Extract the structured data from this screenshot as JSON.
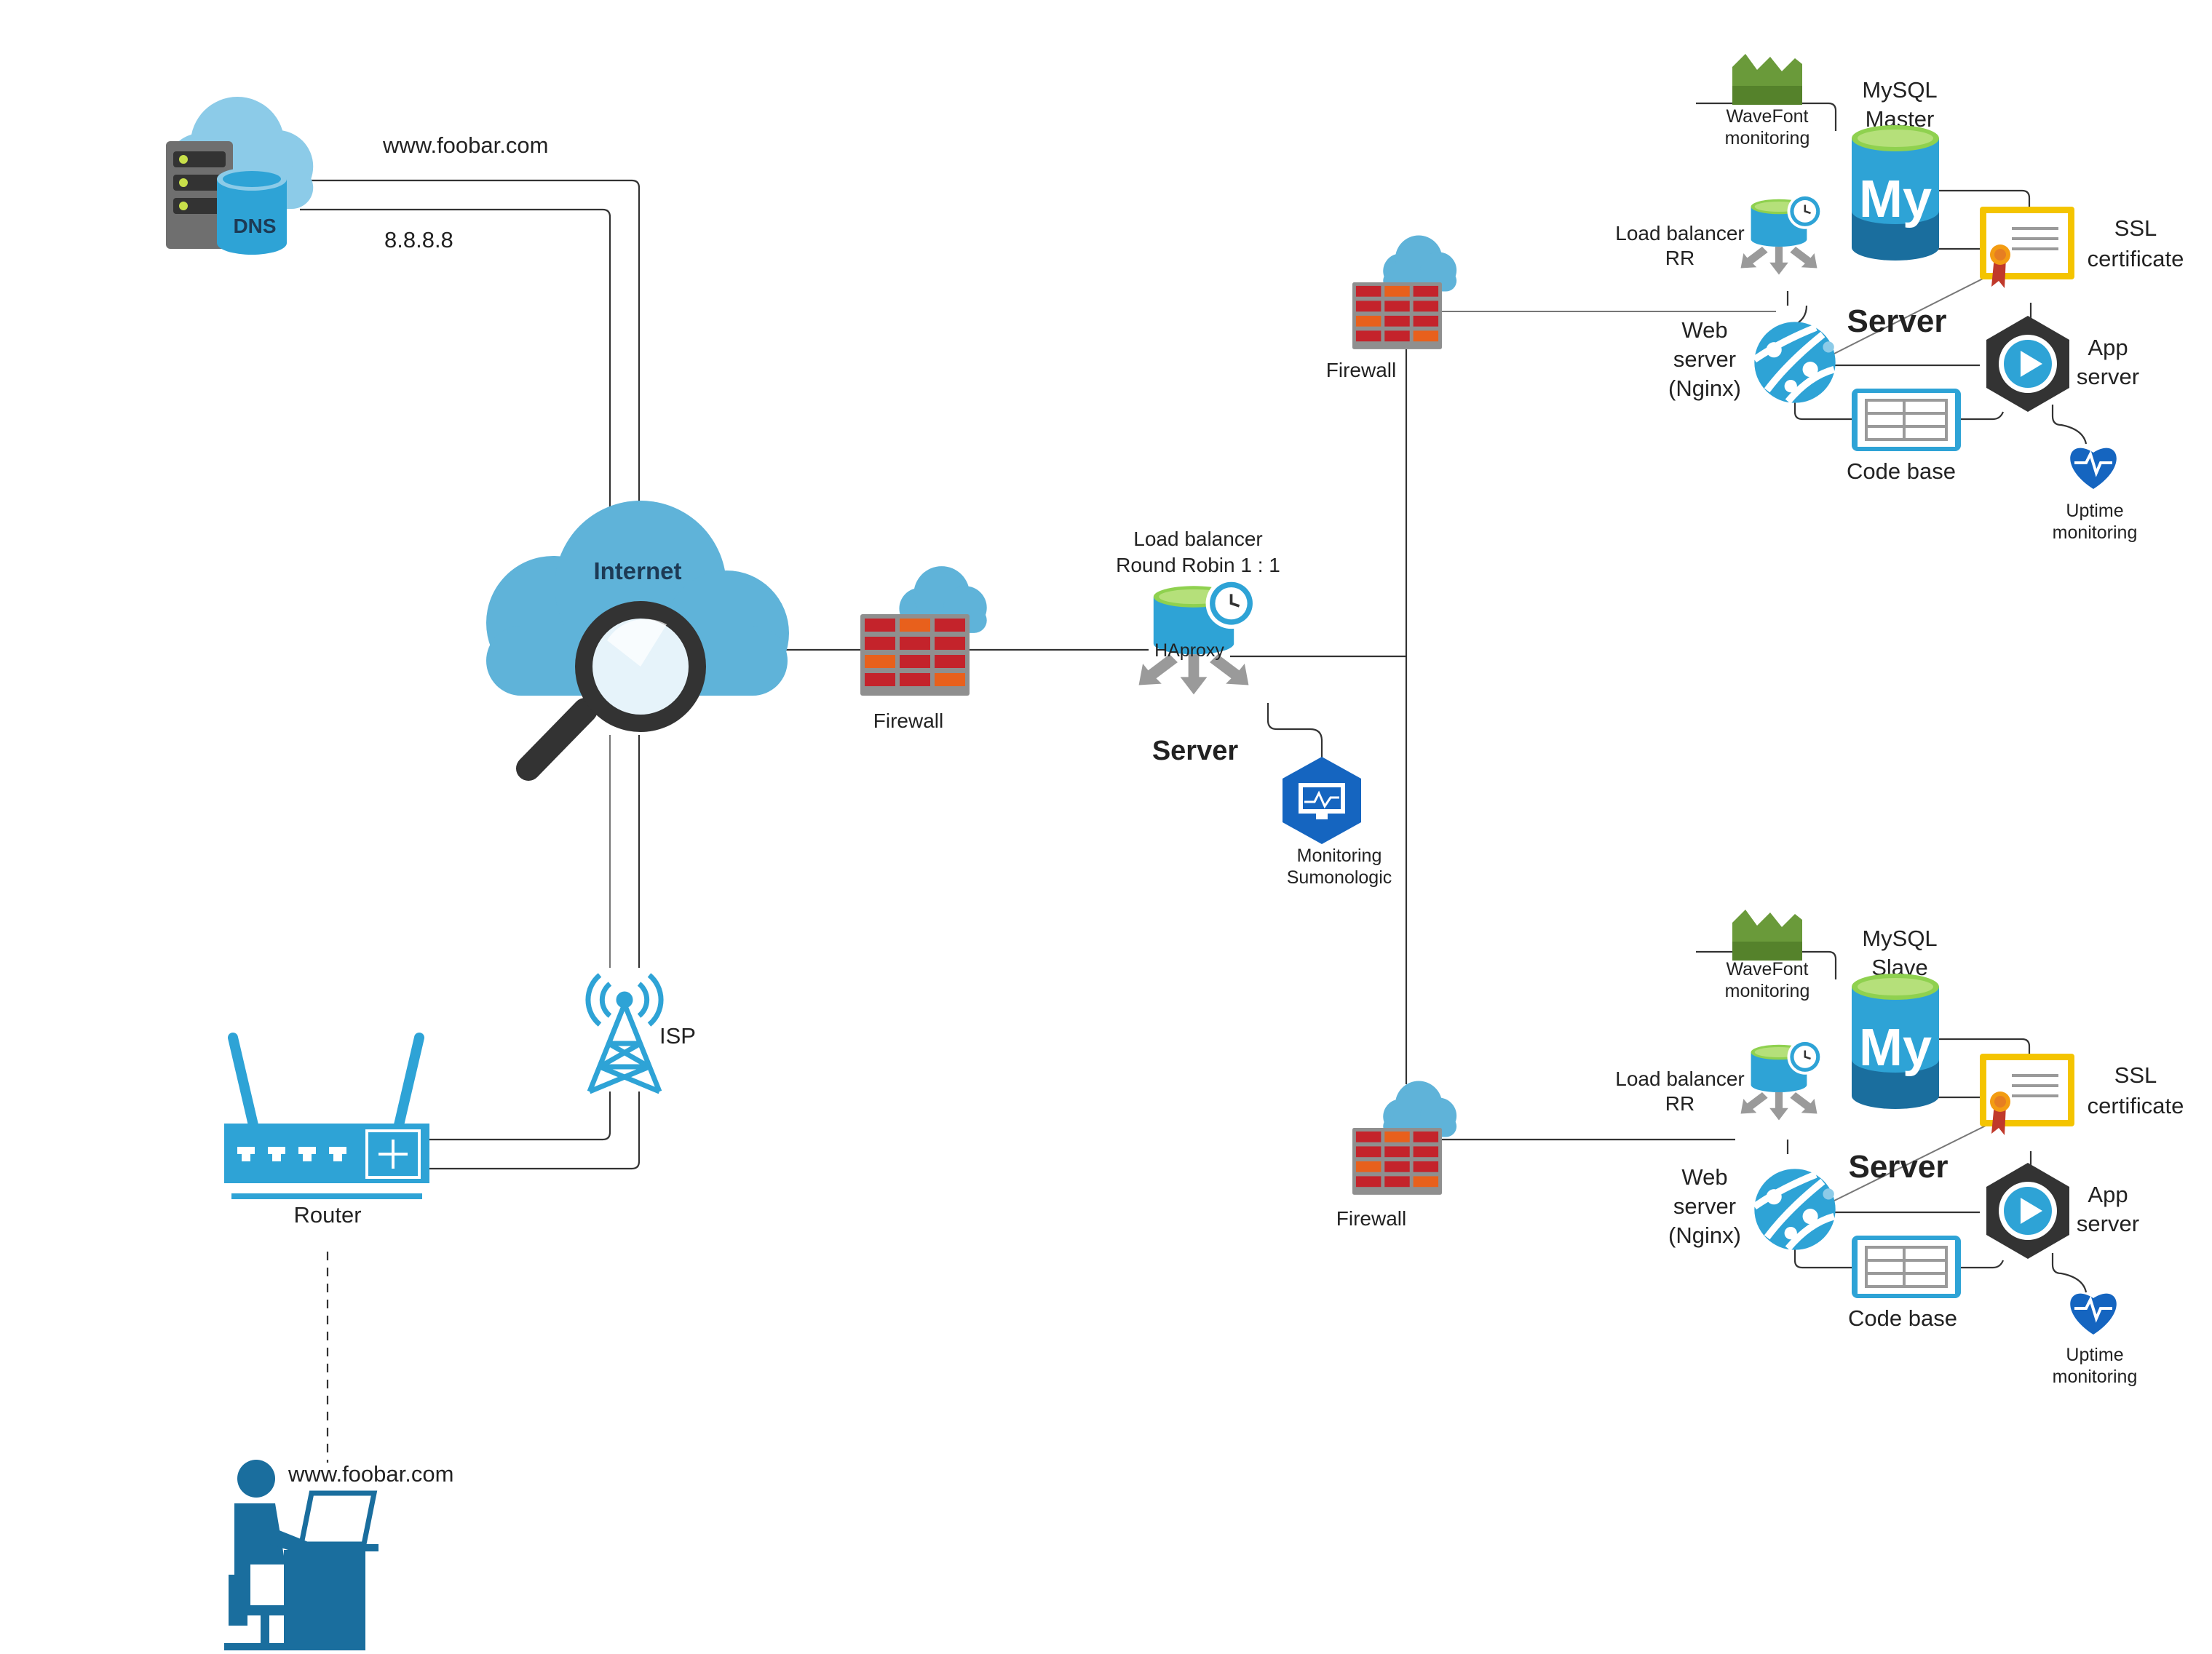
{
  "labels": {
    "dns": "DNS",
    "dns_domain": "www.foobar.com",
    "dns_ip": "8.8.8.8",
    "internet": "Internet",
    "isp": "ISP",
    "router": "Router",
    "user_domain": "www.foobar.com",
    "firewall_main": "Firewall",
    "lb_line1": "Load balancer",
    "lb_line2": "Round Robin 1 : 1",
    "haproxy": "HAproxy",
    "lb_server": "Server",
    "monitor_line1": "Monitoring",
    "monitor_line2": "Sumonologic"
  },
  "servers": [
    {
      "firewall": "Firewall",
      "wavefront_line1": "WaveFont",
      "wavefront_line2": "monitoring",
      "mysql_line1": "MySQL",
      "mysql_line2": "Master",
      "mysql_logo": "My",
      "lb_line1": "Load balancer",
      "lb_line2": "RR",
      "server": "Server",
      "ssl_line1": "SSL",
      "ssl_line2": "certificate",
      "web_line1": "Web",
      "web_line2": "server",
      "web_line3": "(Nginx)",
      "app_line1": "App",
      "app_line2": "server",
      "codebase": "Code base",
      "uptime_line1": "Uptime",
      "uptime_line2": "monitoring"
    },
    {
      "firewall": "Firewall",
      "wavefront_line1": "WaveFont",
      "wavefront_line2": "monitoring",
      "mysql_line1": "MySQL",
      "mysql_line2": "Slave",
      "mysql_logo": "My",
      "lb_line1": "Load balancer",
      "lb_line2": "RR",
      "server": "Server",
      "ssl_line1": "SSL",
      "ssl_line2": "certificate",
      "web_line1": "Web",
      "web_line2": "server",
      "web_line3": "(Nginx)",
      "app_line1": "App",
      "app_line2": "server",
      "codebase": "Code base",
      "uptime_line1": "Uptime",
      "uptime_line2": "monitoring"
    }
  ],
  "colors": {
    "cloud": "#5fb3d9",
    "cloud_light": "#8ccbe8",
    "firewall_red": "#c4232b",
    "firewall_orange": "#e8601c",
    "azure_blue": "#2ea3d6",
    "mysql_blue": "#1a6e9e",
    "monitor_blue": "#1565c0",
    "wavefront_green": "#6a9a3a",
    "ssl_gold": "#f4c400",
    "hex_dark": "#333333",
    "user_blue": "#1a6e9e"
  },
  "icons": [
    "dns-server-icon",
    "internet-cloud-search-icon",
    "isp-tower-icon",
    "router-icon",
    "user-computer-icon",
    "firewall-icon",
    "load-balancer-icon",
    "monitoring-icon",
    "wavefront-icon",
    "mysql-icon",
    "ssl-certificate-icon",
    "web-server-icon",
    "app-server-icon",
    "code-base-icon",
    "uptime-heart-icon"
  ]
}
